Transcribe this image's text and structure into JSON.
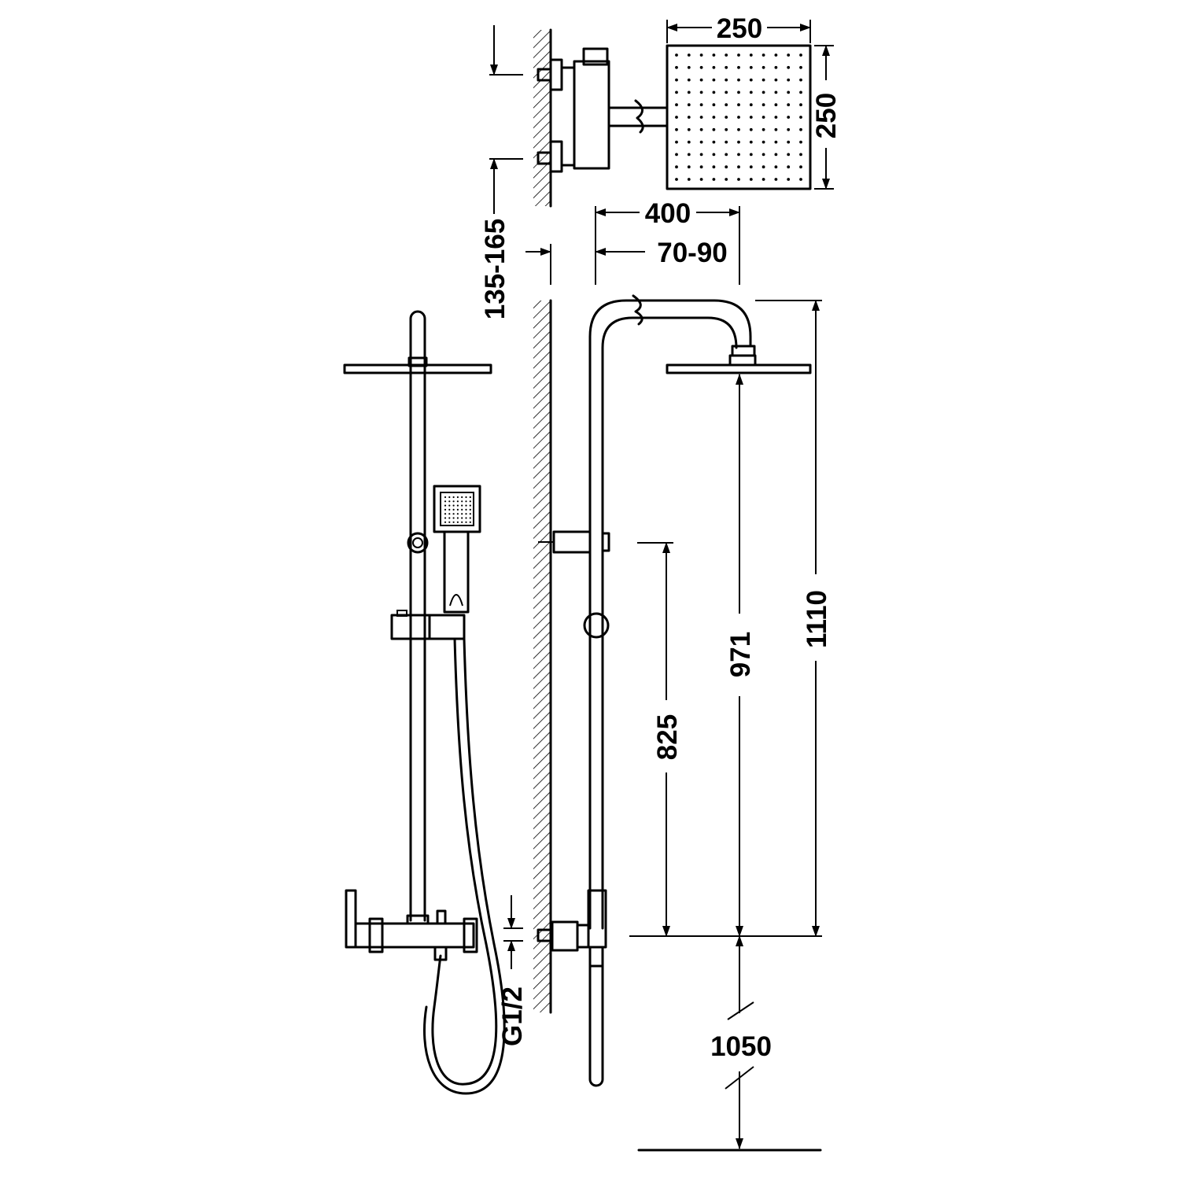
{
  "diagram": {
    "dimensions": {
      "head_width": "250",
      "head_depth": "250",
      "arm_projection": "400",
      "bar_offset": "70-90",
      "inlet_spacing": "135-165",
      "column_height": "1110",
      "head_height": "971",
      "slider_height": "825",
      "mixer_height": "1050",
      "connection_thread": "G1/2"
    }
  }
}
